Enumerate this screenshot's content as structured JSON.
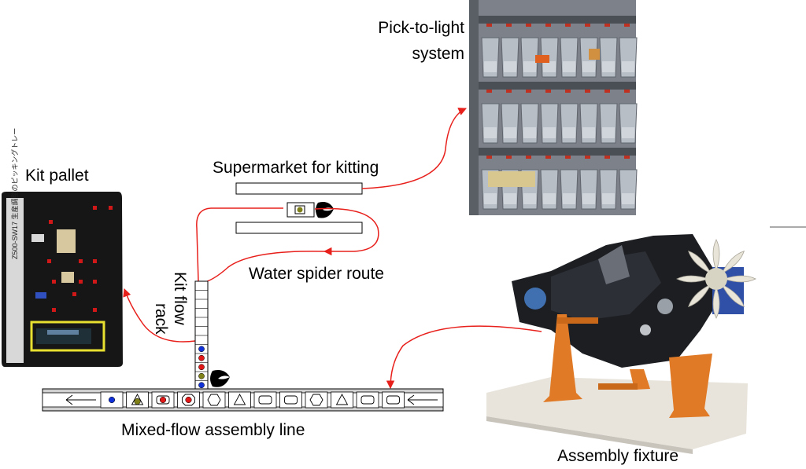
{
  "labels": {
    "pick_to_light": [
      "Pick-to-light",
      "system"
    ],
    "supermarket": "Supermarket for kitting",
    "kit_pallet": "Kit pallet",
    "water_spider_route": "Water spider route",
    "kit_flow_rack": [
      "Kit flow",
      "rack"
    ],
    "mixed_flow_line": "Mixed-flow assembly line",
    "assembly_fixture": "Assembly fixture",
    "pallet_side_text": "Z500-SW17 生産調整のピッキングトレー"
  },
  "colors": {
    "route": "#e8201c",
    "blue_dot": "#1030d8",
    "red_dot": "#e01818",
    "olive_dot": "#808018",
    "fixture_orange": "#e07a26",
    "pallet_yellow": "#e8e030"
  },
  "flow_rack_slots": [
    {
      "shape": "empty"
    },
    {
      "shape": "empty"
    },
    {
      "shape": "empty"
    },
    {
      "shape": "empty"
    },
    {
      "shape": "empty"
    },
    {
      "shape": "empty"
    },
    {
      "shape": "empty"
    },
    {
      "shape": "circle",
      "color": "blue"
    },
    {
      "shape": "circle",
      "color": "red"
    },
    {
      "shape": "circle",
      "color": "red"
    },
    {
      "shape": "circle",
      "color": "olive"
    },
    {
      "shape": "circle",
      "color": "blue"
    }
  ],
  "assembly_line_items": [
    {
      "shape": "square-circle",
      "color": "blue"
    },
    {
      "shape": "triangle-circle",
      "color": "olive"
    },
    {
      "shape": "rounded-circle",
      "color": "red"
    },
    {
      "shape": "octagon-circle",
      "color": "red"
    },
    {
      "shape": "hexagon"
    },
    {
      "shape": "triangle"
    },
    {
      "shape": "rounded"
    },
    {
      "shape": "rounded"
    },
    {
      "shape": "hexagon"
    },
    {
      "shape": "triangle"
    },
    {
      "shape": "rounded"
    },
    {
      "shape": "rounded"
    }
  ]
}
